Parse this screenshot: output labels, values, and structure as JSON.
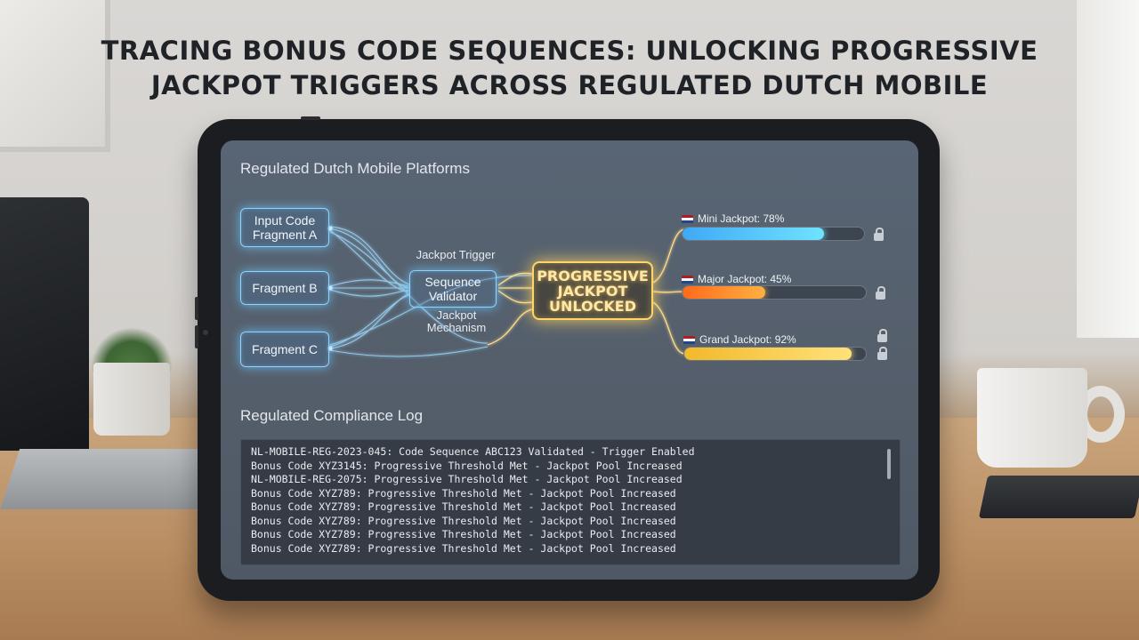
{
  "title": {
    "line1": "TRACING BONUS CODE SEQUENCES: UNLOCKING PROGRESSIVE",
    "line2": "JACKPOT TRIGGERS ACROSS REGULATED DUTCH MOBILE"
  },
  "panel": {
    "header": "Regulated Dutch Mobile Platforms",
    "fragments": [
      {
        "line1": "Input Code",
        "line2": "Fragment A"
      },
      {
        "line1": "Fragment B",
        "line2": ""
      },
      {
        "line1": "Fragment C",
        "line2": ""
      }
    ],
    "trigger_label": "Jackpot Trigger",
    "validator": {
      "line1": "Sequence",
      "line2": "Validator"
    },
    "mechanism": {
      "line1": "Jackpot",
      "line2": "Mechanism"
    },
    "jackpot": {
      "line1": "PROGRESSIVE",
      "line2": "JACKPOT",
      "line3": "UNLOCKED"
    }
  },
  "tiers": [
    {
      "label": "Mini Jackpot: 78%",
      "percent": 78,
      "color_start": "#3fa9f5",
      "color_end": "#6fe3ff"
    },
    {
      "label": "Major Jackpot: 45%",
      "percent": 45,
      "color_start": "#ff6a1a",
      "color_end": "#ffb042"
    },
    {
      "label": "Grand Jackpot: 92%",
      "percent": 92,
      "color_start": "#f2b92a",
      "color_end": "#ffe27a"
    }
  ],
  "log": {
    "header": "Regulated Compliance Log",
    "lines": [
      "NL-MOBILE-REG-2023-045: Code Sequence ABC123 Validated - Trigger Enabled",
      "Bonus Code XYZ3145: Progressive Threshold Met - Jackpot Pool Increased",
      "NL-MOBILE-REG-2075: Progressive Threshold Met - Jackpot Pool Increased",
      "Bonus Code XYZ789: Progressive Threshold Met - Jackpot Pool Increased",
      "Bonus Code XYZ789: Progressive Threshold Met - Jackpot Pool Increased",
      "Bonus Code XYZ789: Progressive Threshold Met - Jackpot Pool Increased",
      "Bonus Code XYZ789: Progressive Threshold Met - Jackpot Pool Increased",
      "Bonus Code XYZ789: Progressive Threshold Met - Jackpot Pool Increased"
    ]
  }
}
